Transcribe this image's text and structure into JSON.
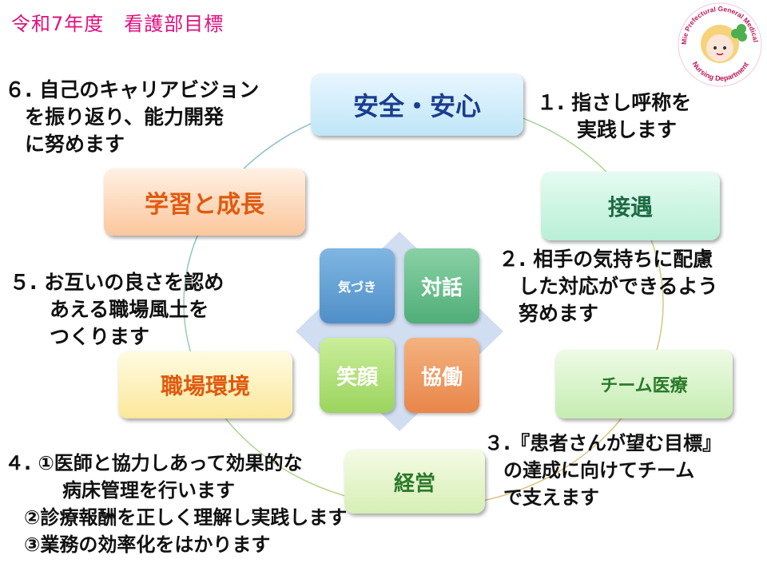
{
  "title": "令和7年度　看護部目標",
  "logo": {
    "text": "Mie Prefectural General Medical Center Nursing Department",
    "icon": "nurse-mascot-icon"
  },
  "nodes": {
    "safety": "安全・安心",
    "hospitality": "接遇",
    "team_medicine": "チーム医療",
    "management": "経営",
    "workplace": "職場環境",
    "learning": "学習と成長"
  },
  "center": {
    "kizuki": "気づき",
    "taiwa": "対話",
    "egao": "笑顔",
    "kyodo": "協働"
  },
  "goals": {
    "g1": "１. 指さし呼称を\n　　実践します",
    "g2": "２. 相手の気持ちに配慮\n　した対応ができるよう\n　努めます",
    "g3": "３.『患者さんが望む目標』\n　の達成に向けてチーム\n　で支えます",
    "g4": "４. ①医師と協力しあって効果的な\n　　　病床管理を行います\n　②診療報酬を正しく理解し実践します\n　③業務の効率化をはかります",
    "g5": "５. お互いの良さを認め\n　　あえる職場風土を\n　　つくります",
    "g6": "６. 自己のキャリアビジョン\n　を振り返り、能力開発\n　に努めます"
  },
  "colors": {
    "title": "#e0117f",
    "safety": "#1a3d8f",
    "hospitality": "#1f6b45",
    "team": "#2a7a2a",
    "management": "#2a7a2a",
    "workplace": "#e05a10",
    "learning": "#e05a10"
  }
}
